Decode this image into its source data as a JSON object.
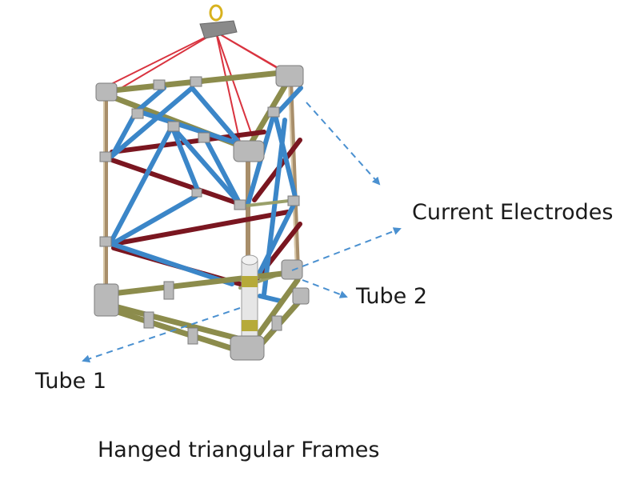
{
  "labels": {
    "current_electrodes": "Current Electrodes",
    "tube2": "Tube 2",
    "tube1": "Tube 1",
    "caption": "Hanged triangular Frames"
  },
  "colors": {
    "frame_olive": "#8c8c4c",
    "post_tan": "#a88e6a",
    "brace_blue": "#3b86c8",
    "brace_maroon": "#7a1620",
    "rope_red": "#d9333f",
    "arrow_blue": "#4a90d0",
    "connector_gray": "#b9b9b9"
  }
}
